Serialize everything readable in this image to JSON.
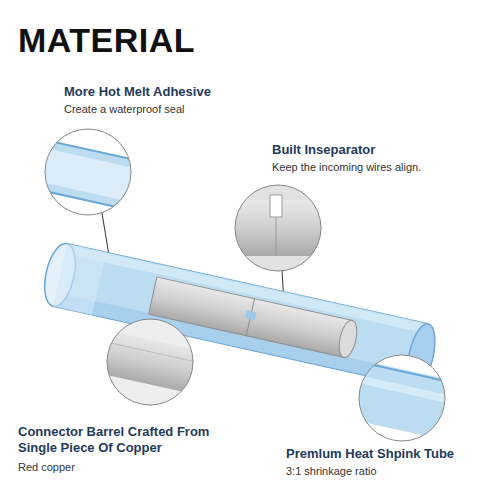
{
  "diagram": {
    "title": "MATERIAL",
    "labels": [
      "More Hot Melt Adhesive",
      "Create a waterproof seal",
      "Built Inseparator",
      "Keep the incoming wires align.",
      "Connector Barrel Crafted From Single Piece Of Copper",
      "Red copper",
      "Premlum Heat Shpink Tube",
      "3:1 shrinkage ratio"
    ]
  }
}
